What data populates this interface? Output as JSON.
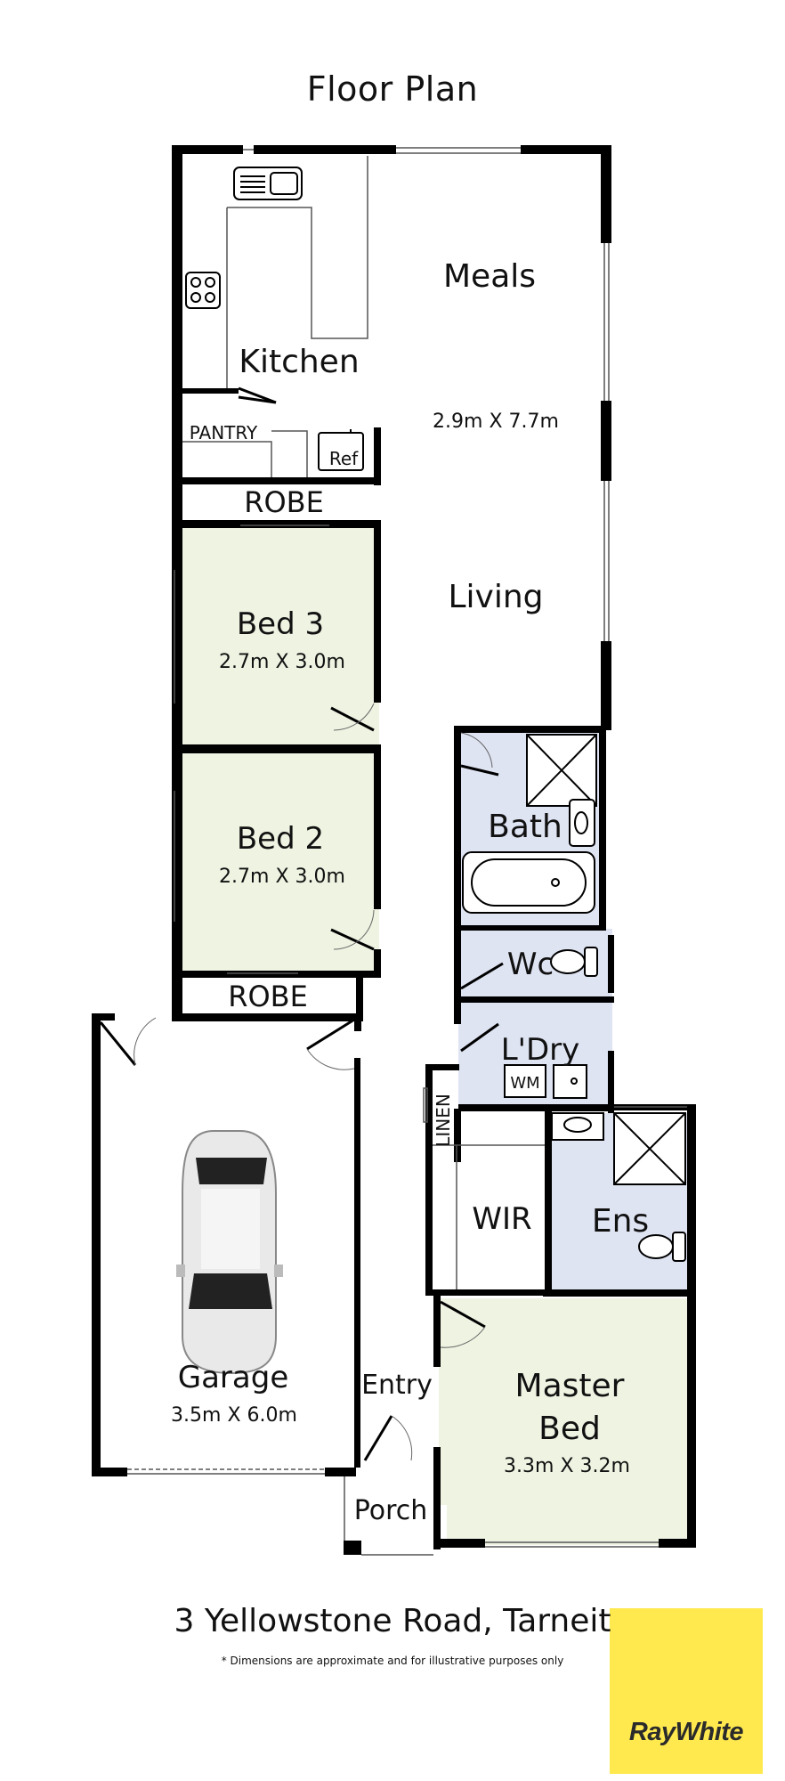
{
  "title": "Floor Plan",
  "address": "3 Yellowstone Road, Tarneit",
  "disclaimer": "* Dimensions are approximate and for illustrative purposes only",
  "logo": {
    "text": "RayWhite",
    "color": "#ffe94e"
  },
  "colors": {
    "bedroom_fill": "#eef3e2",
    "wet_area_fill": "#dfe4f3",
    "wall": "#000000"
  },
  "rooms": {
    "meals": {
      "name": "Meals"
    },
    "kitchen": {
      "name": "Kitchen"
    },
    "living_dims": {
      "dims": "2.9m X 7.7m"
    },
    "pantry": {
      "name": "PANTRY"
    },
    "ref": {
      "name": "Ref"
    },
    "robe_top": {
      "name": "ROBE"
    },
    "living": {
      "name": "Living"
    },
    "bed3": {
      "name": "Bed 3",
      "dims": "2.7m X 3.0m"
    },
    "bed2": {
      "name": "Bed 2",
      "dims": "2.7m X 3.0m"
    },
    "robe_bottom": {
      "name": "ROBE"
    },
    "bath": {
      "name": "Bath"
    },
    "wc": {
      "name": "Wc"
    },
    "laundry": {
      "name": "L'Dry"
    },
    "wm": {
      "name": "WM"
    },
    "linen": {
      "name": "LINEN"
    },
    "wir": {
      "name": "WIR"
    },
    "ens": {
      "name": "Ens"
    },
    "garage": {
      "name": "Garage",
      "dims": "3.5m X 6.0m"
    },
    "entry": {
      "name": "Entry"
    },
    "master": {
      "name_line1": "Master",
      "name_line2": "Bed",
      "dims": "3.3m X 3.2m"
    },
    "porch": {
      "name": "Porch"
    }
  }
}
